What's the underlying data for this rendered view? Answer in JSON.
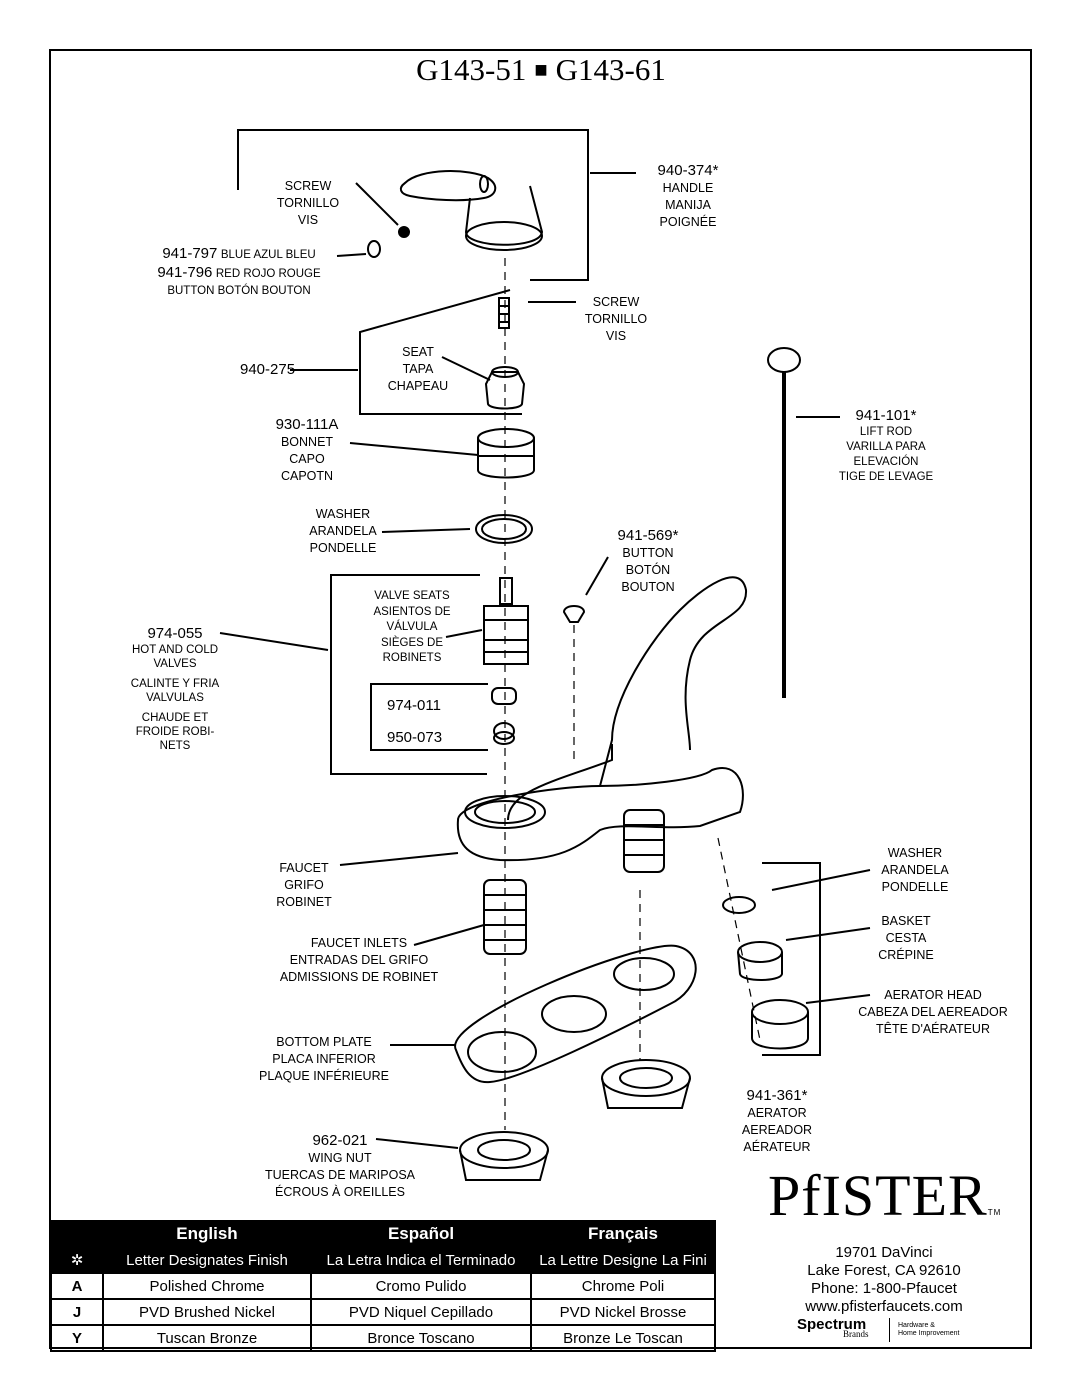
{
  "title": {
    "model_a": "G143-51",
    "separator": "■",
    "model_b": "G143-61"
  },
  "parts": {
    "handle": {
      "pn": "940-374*",
      "l1": "HANDLE",
      "l2": "MANIJA",
      "l3": "POIGNÉE"
    },
    "screw_top": {
      "l1": "SCREW",
      "l2": "TORNILLO",
      "l3": "VIS"
    },
    "button_blue": {
      "pn": "941-797",
      "desc": "BLUE AZUL BLEU"
    },
    "button_red": {
      "pn": "941-796",
      "desc": "RED ROJO ROUGE"
    },
    "button_caption": "BUTTON BOTÓN BOUTON",
    "screw_mid": {
      "l1": "SCREW",
      "l2": "TORNILLO",
      "l3": "VIS"
    },
    "assembly": {
      "pn": "940-275"
    },
    "seat": {
      "l1": "SEAT",
      "l2": "TAPA",
      "l3": "CHAPEAU"
    },
    "bonnet": {
      "pn": "930-111A",
      "l1": "BONNET",
      "l2": "CAPO",
      "l3": "CAPOTN"
    },
    "washer_top": {
      "l1": "WASHER",
      "l2": "ARANDELA",
      "l3": "PONDELLE"
    },
    "lift_rod": {
      "pn": "941-101*",
      "l1": "LIFT ROD",
      "l2": "VARILLA PARA",
      "l3": "ELEVACIÓN",
      "l4": "TIGE DE LEVAGE"
    },
    "button_mid": {
      "pn": "941-569*",
      "l1": "BUTTON",
      "l2": "BOTÓN",
      "l3": "BOUTON"
    },
    "valve_seats": {
      "l1": "VALVE SEATS",
      "l2": "ASIENTOS DE",
      "l3": "VÁLVULA",
      "l4": "SIÈGES DE",
      "l5": "ROBINETS"
    },
    "valves": {
      "pn": "974-055",
      "l1": "HOT AND COLD",
      "l2": "VALVES",
      "l3": "CALINTE Y FRIA",
      "l4": "VALVULAS",
      "l5": "CHAUDE ET",
      "l6": "FROIDE ROBI-",
      "l7": "NETS"
    },
    "seat_part": {
      "pn": "974-011"
    },
    "spring_part": {
      "pn": "950-073"
    },
    "faucet": {
      "l1": "FAUCET",
      "l2": "GRIFO",
      "l3": "ROBINET"
    },
    "washer_aer": {
      "l1": "WASHER",
      "l2": "ARANDELA",
      "l3": "PONDELLE"
    },
    "basket": {
      "l1": "BASKET",
      "l2": "CESTA",
      "l3": "CRÉPINE"
    },
    "inlets": {
      "l1": "FAUCET INLETS",
      "l2": "ENTRADAS DEL GRIFO",
      "l3": "ADMISSIONS DE ROBINET"
    },
    "aerator_head": {
      "l1": "AERATOR HEAD",
      "l2": "CABEZA DEL AEREADOR",
      "l3": "TÊTE D'AÉRATEUR"
    },
    "bottom_plate": {
      "l1": "BOTTOM PLATE",
      "l2": "PLACA INFERIOR",
      "l3": "PLAQUE INFÉRIEURE"
    },
    "aerator": {
      "pn": "941-361*",
      "l1": "AERATOR",
      "l2": "AEREADOR",
      "l3": "AÉRATEUR"
    },
    "wing_nut": {
      "pn": "962-021",
      "l1": "WING NUT",
      "l2": "TUERCAS DE MARIPOSA",
      "l3": "ÉCROUS À OREILLES"
    }
  },
  "finish_table": {
    "headers": [
      "English",
      "Español",
      "Français"
    ],
    "symbol": "✲",
    "subheaders": [
      "Letter Designates Finish",
      "La Letra Indica el Terminado",
      "La Lettre Designe La Fini"
    ],
    "rows": [
      {
        "code": "A",
        "en": "Polished Chrome",
        "es": "Cromo Pulido",
        "fr": "Chrome Poli"
      },
      {
        "code": "J",
        "en": "PVD Brushed Nickel",
        "es": "PVD Niquel Cepillado",
        "fr": "PVD Nickel Brosse"
      },
      {
        "code": "Y",
        "en": "Tuscan Bronze",
        "es": "Bronce Toscano",
        "fr": "Bronze Le Toscan"
      }
    ]
  },
  "brand": {
    "logo": "PfISTER",
    "tm": "TM",
    "address1": "19701 DaVinci",
    "address2": "Lake Forest, CA 92610",
    "phone": "Phone: 1-800-Pfaucet",
    "website": "www.pfisterfaucets.com",
    "parent": "Spectrum",
    "parent_sub": "Brands",
    "parent_tag1": "Hardware &",
    "parent_tag2": "Home Improvement"
  }
}
